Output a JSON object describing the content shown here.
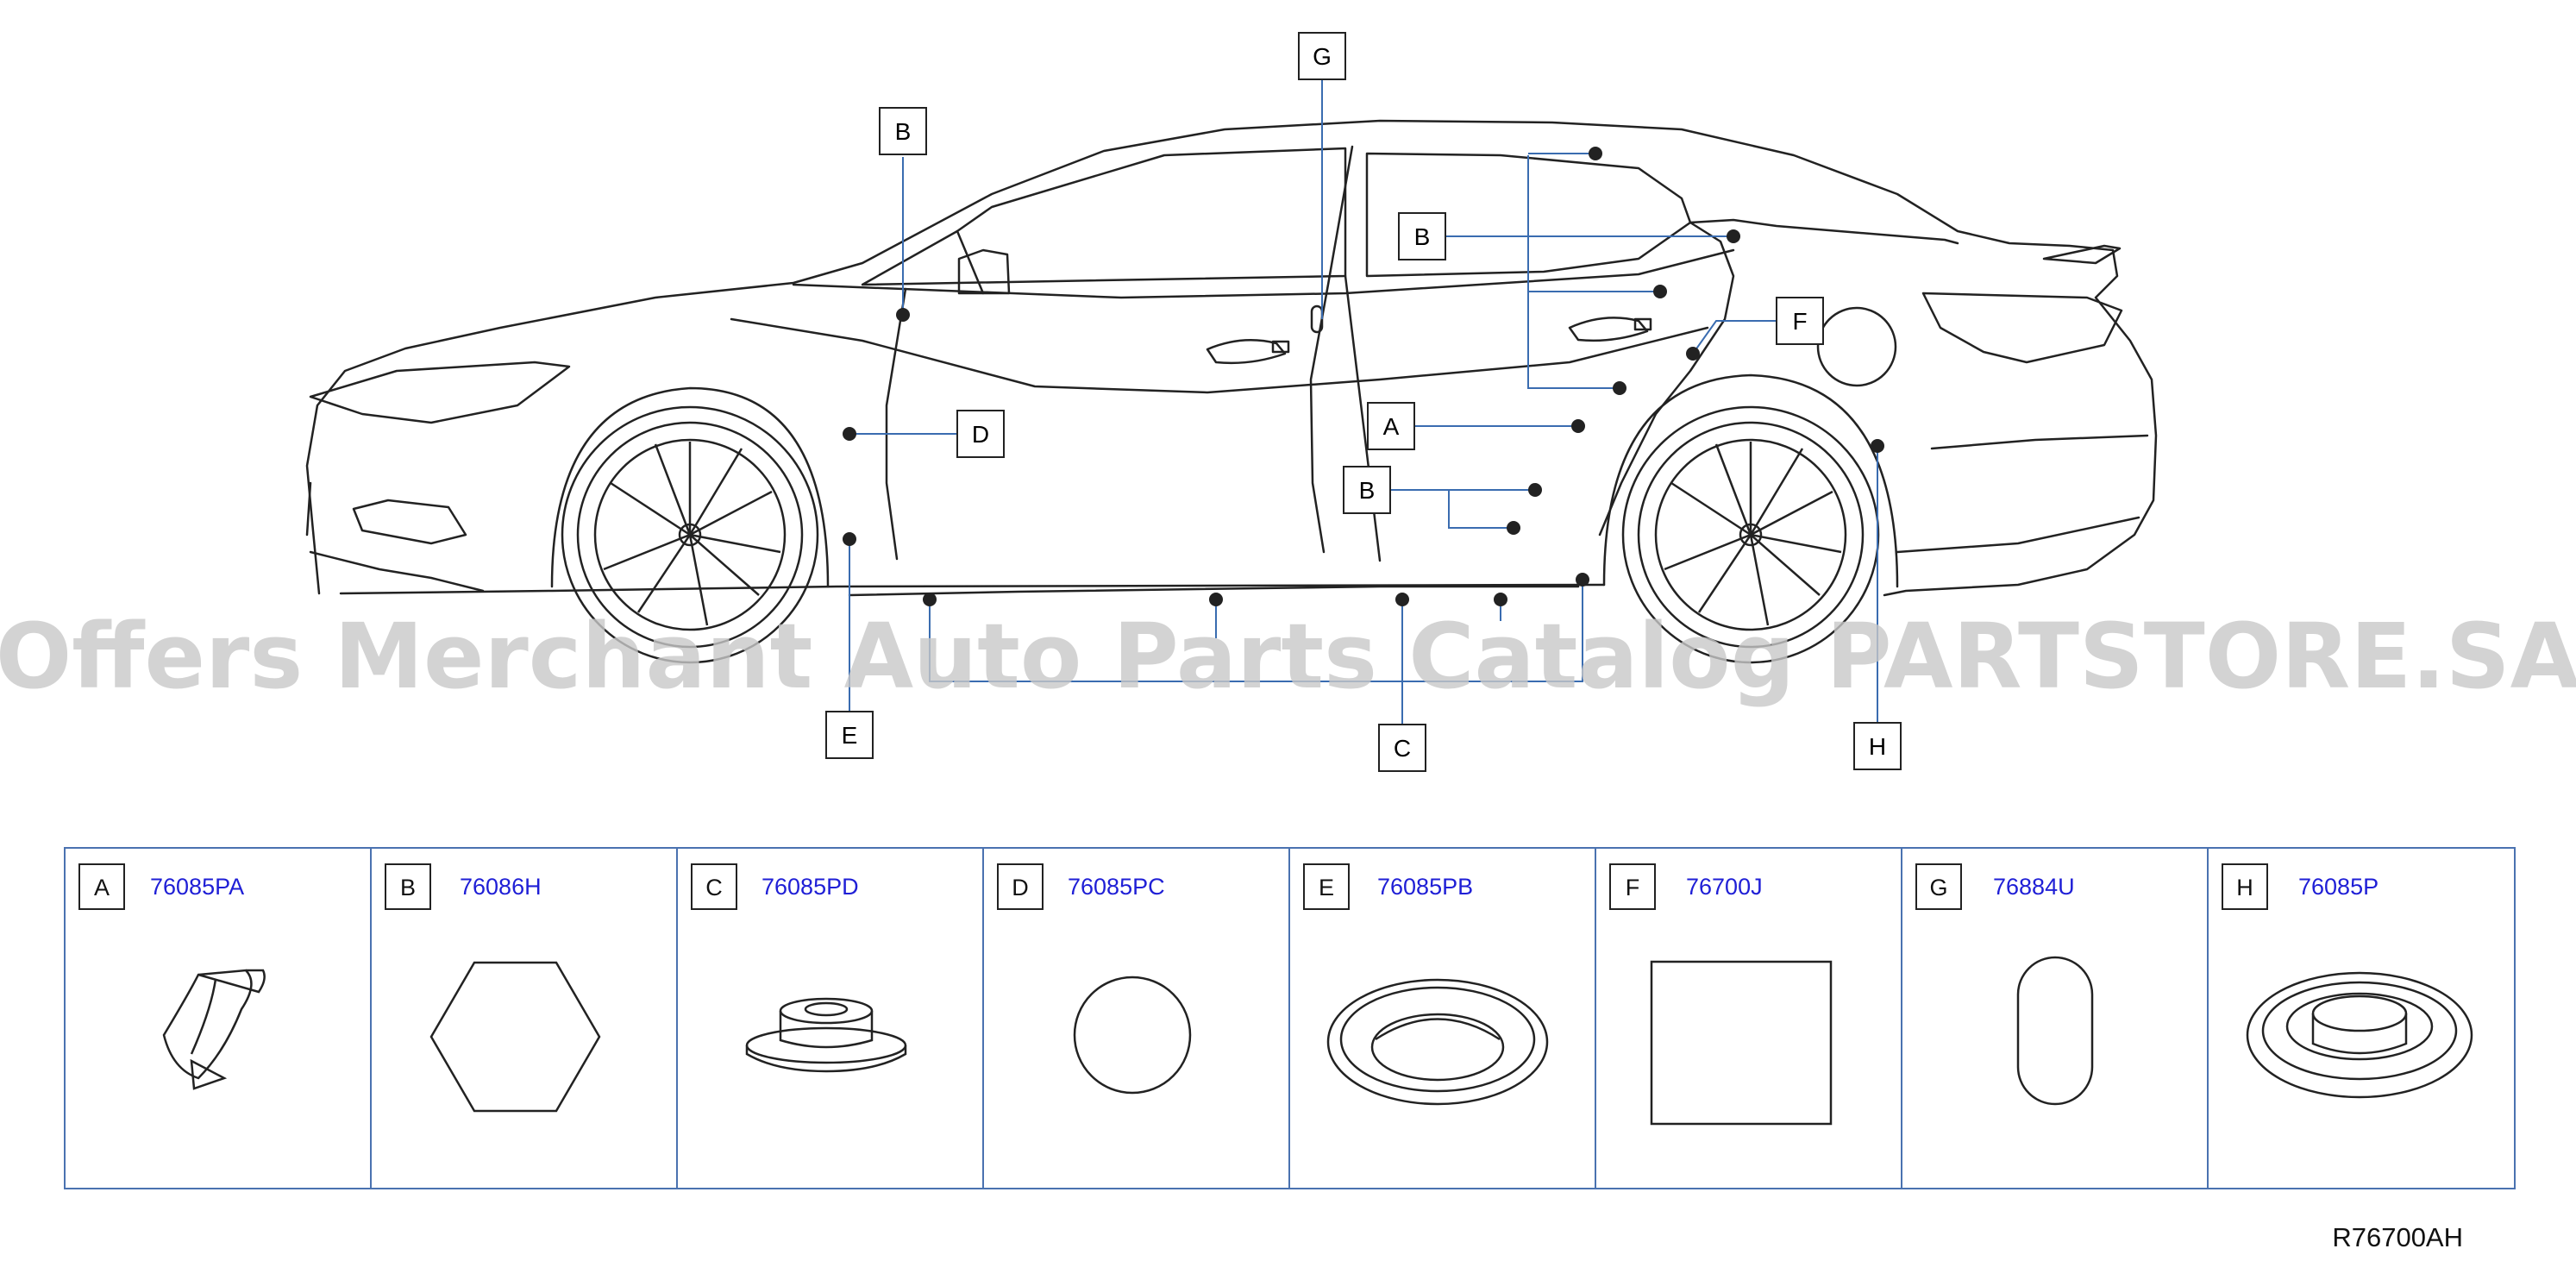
{
  "watermark": "Offers Merchant Auto Parts Catalog PARTSTORE.SA",
  "diagram_code": "R76700AH",
  "callouts": {
    "A": "A",
    "B1": "B",
    "B2": "B",
    "B3": "B",
    "C": "C",
    "D": "D",
    "E": "E",
    "F": "F",
    "G": "G",
    "H": "H"
  },
  "parts": [
    {
      "letter": "A",
      "number": "76085PA",
      "shape": "clip-grommet"
    },
    {
      "letter": "B",
      "number": "76086H",
      "shape": "hexagon-plug"
    },
    {
      "letter": "C",
      "number": "76085PD",
      "shape": "flanged-plug"
    },
    {
      "letter": "D",
      "number": "76085PC",
      "shape": "round-plug"
    },
    {
      "letter": "E",
      "number": "76085PB",
      "shape": "oval-ring-plug"
    },
    {
      "letter": "F",
      "number": "76700J",
      "shape": "square-seal"
    },
    {
      "letter": "G",
      "number": "76884U",
      "shape": "oblong-plug"
    },
    {
      "letter": "H",
      "number": "76085P",
      "shape": "stepped-ring-plug"
    }
  ],
  "colors": {
    "line": "#222222",
    "leader": "#3a6cb0",
    "part_number": "#1f1fd6",
    "table_border": "#4a72b0",
    "watermark": "#c8c8c8"
  }
}
